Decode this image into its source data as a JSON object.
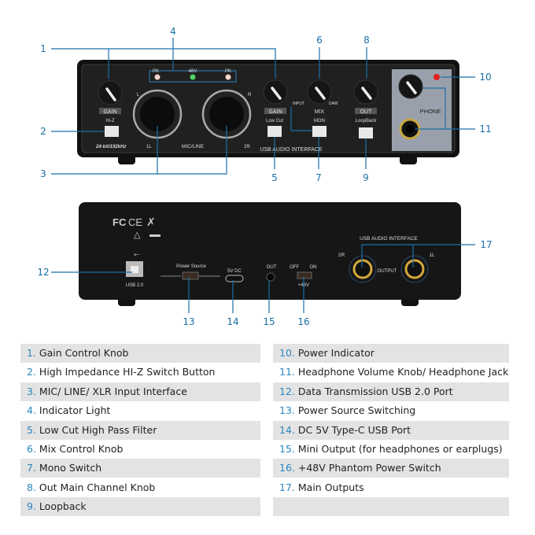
{
  "front_panel": {
    "indicators": [
      "PK",
      "48V",
      "PK"
    ],
    "gain_label": "GAIN",
    "hiz_label": "Hi-Z",
    "channel_l": "L",
    "channel_r": "R",
    "spec": "24-bit/192kHz",
    "input_1": "1L",
    "input_2": "2R",
    "mic_line": "MIC/LINE",
    "lowcut_label": "Low Cut",
    "mix_input": "INPUT",
    "mix_daw": "DAW",
    "mix_label": "MIX",
    "mon_label": "MON",
    "out_label": "OUT",
    "loopback_label": "LoopBack",
    "phone_label": "PHONE",
    "brand_text": "USB AUDIO INTERFACE"
  },
  "back_panel": {
    "cert_marks": [
      "FC",
      "CE"
    ],
    "usb_label": "USB 2.0",
    "power_source": "Power Source",
    "dc_label": "5V DC",
    "out_label": "OUT",
    "off_label": "OFF",
    "on_label": "ON",
    "phantom_label": "+48V",
    "brand_text": "USB AUDIO INTERFACE",
    "out_2r": "2R",
    "out_1l": "1L",
    "output_label": "OUTPUT"
  },
  "callouts": [
    "1",
    "2",
    "3",
    "4",
    "5",
    "6",
    "7",
    "8",
    "9",
    "10",
    "11",
    "12",
    "13",
    "14",
    "15",
    "16",
    "17"
  ],
  "colors": {
    "accent": "#2b86c0",
    "callout_line": "#1b6fa6",
    "row_gray": "#e3e3e3",
    "panel": "#1a1a1a",
    "led_green": "#4cd964",
    "led_red": "#e02020"
  },
  "legend": [
    {
      "num": "1.",
      "text": "Gain Control Knob"
    },
    {
      "num": "2.",
      "text": "High Impedance HI-Z Switch Button"
    },
    {
      "num": "3.",
      "text": "MIC/ LINE/ XLR Input Interface"
    },
    {
      "num": "4.",
      "text": "Indicator Light"
    },
    {
      "num": "5.",
      "text": "Low Cut High Pass Filter"
    },
    {
      "num": "6.",
      "text": "Mix Control Knob"
    },
    {
      "num": "7.",
      "text": "Mono Switch"
    },
    {
      "num": "8.",
      "text": "Out Main Channel Knob"
    },
    {
      "num": "9.",
      "text": "Loopback"
    },
    {
      "num": "10.",
      "text": "Power Indicator"
    },
    {
      "num": "11.",
      "text": "Headphone Volume Knob/ Headphone Jack"
    },
    {
      "num": "12.",
      "text": "Data Transmission USB 2.0 Port"
    },
    {
      "num": "13.",
      "text": "Power Source Switching"
    },
    {
      "num": "14.",
      "text": "DC 5V Type-C USB Port"
    },
    {
      "num": "15.",
      "text": "Mini Output (for headphones or earplugs)"
    },
    {
      "num": "16.",
      "text": "+48V Phantom Power Switch"
    },
    {
      "num": "17.",
      "text": "Main Outputs"
    }
  ]
}
